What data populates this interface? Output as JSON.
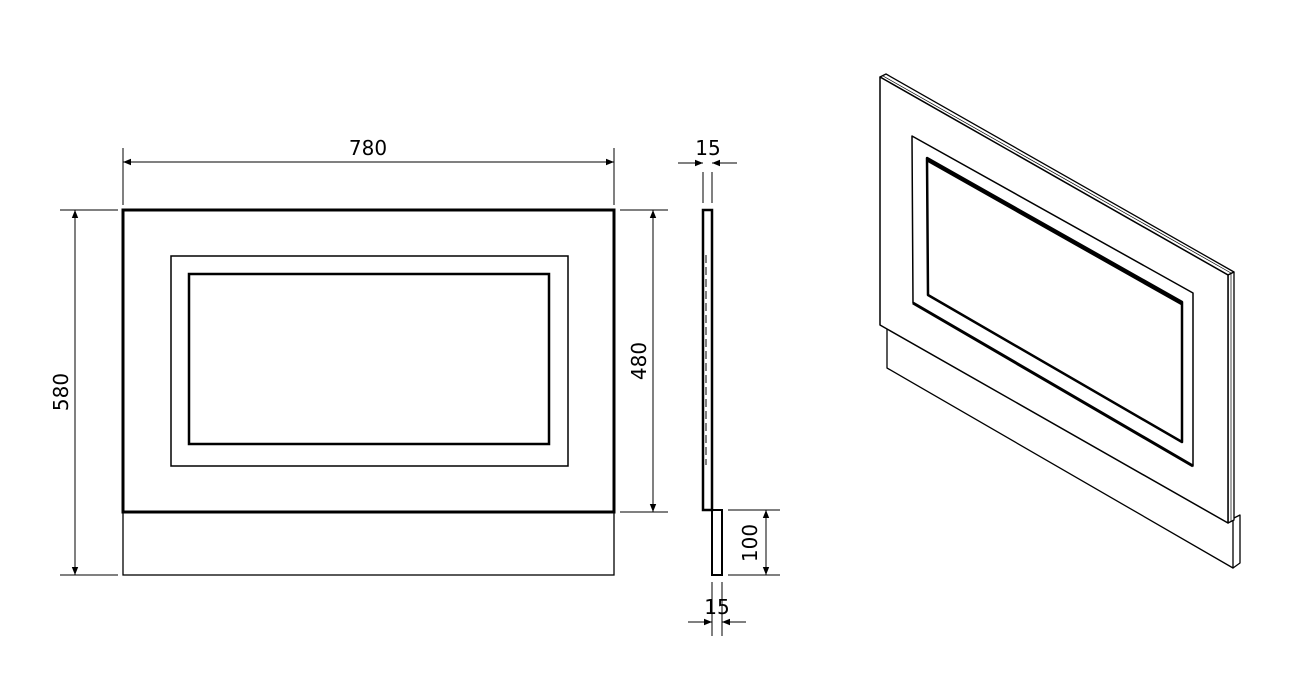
{
  "drawing": {
    "front_view": {
      "width_label": "780",
      "height_label": "580",
      "panel_height_label": "480"
    },
    "side_view": {
      "top_thickness_label": "15",
      "plinth_height_label": "100",
      "bottom_thickness_label": "15"
    },
    "colors": {
      "line": "#000000",
      "background": "#ffffff"
    }
  }
}
